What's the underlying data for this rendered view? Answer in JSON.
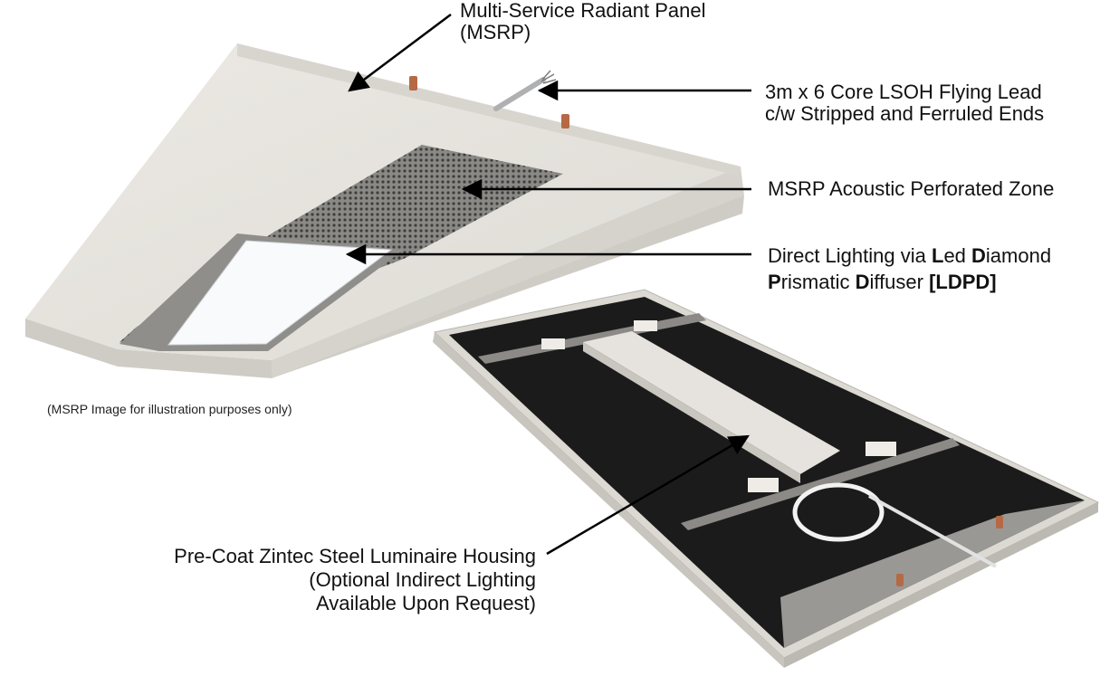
{
  "labels": {
    "msrp_line1": "Multi-Service Radiant Panel",
    "msrp_line2": "(MSRP)",
    "lead_line1": "3m x 6 Core LSOH Flying Lead",
    "lead_line2": "c/w Stripped and Ferruled Ends",
    "acoustic": "MSRP Acoustic Perforated Zone",
    "lighting": {
      "l1_a": "Direct Lighting via ",
      "l1_b1": "L",
      "l1_c": "ed ",
      "l1_b2": "D",
      "l1_d": "iamond",
      "l2_b1": "P",
      "l2_c": "rismatic ",
      "l2_b2": "D",
      "l2_d": "iffuser ",
      "l2_b3": "[LDPD]"
    },
    "housing_line1": "Pre-Coat Zintec Steel Luminaire Housing",
    "housing_line2": "(Optional Indirect Lighting",
    "housing_line3": "Available Upon Request)"
  },
  "caption": "(MSRP Image for illustration purposes only)",
  "colors": {
    "panel_face": "#e6e3de",
    "panel_edge": "#d4d1cb",
    "perforated": "#7a7a78",
    "diffuser": "#f7f9fb",
    "housing_border": "#9b9a96",
    "back_black": "#1a1a1a",
    "channel": "#e4e1dc",
    "copper": "#b56a45",
    "arrow": "#000000"
  }
}
